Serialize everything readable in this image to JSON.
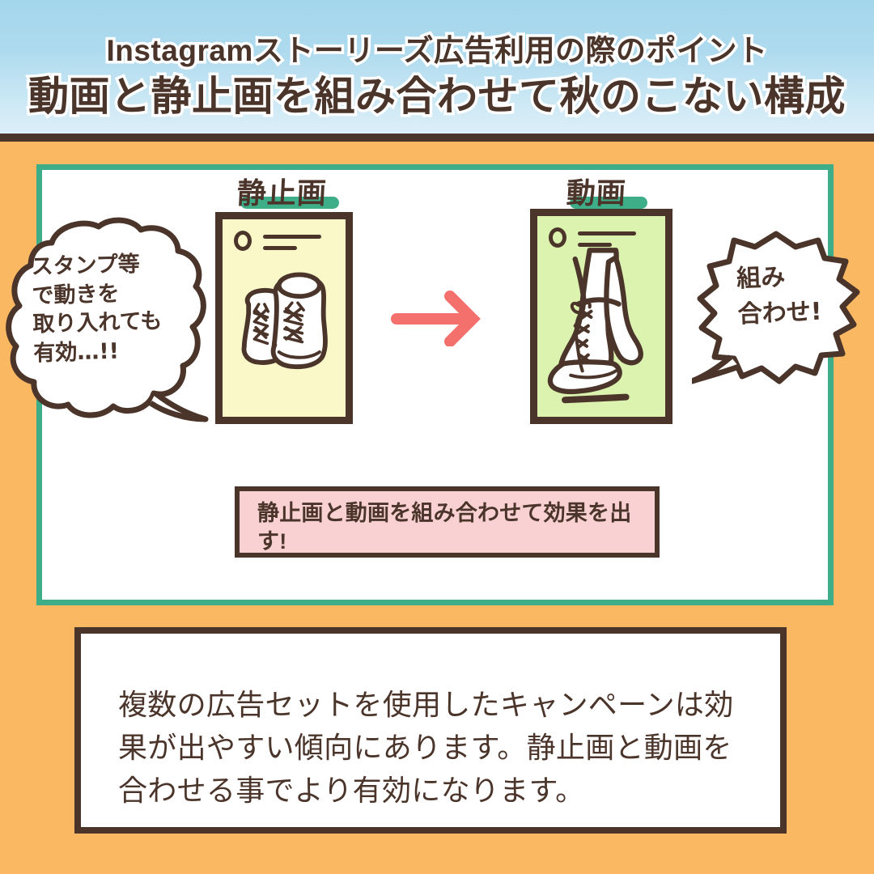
{
  "header": {
    "subtitle": "Instagramストーリーズ広告利用の際のポイント",
    "title": "動画と静止画を組み合わせて秋のこない構成",
    "bg_top_color": "#A3D6EC",
    "bg_bottom_color": "#DCEFF8",
    "text_color": "#4B352B",
    "outline_color": "#FFFFFF",
    "rule_color": "#4B352B"
  },
  "page": {
    "background_color": "#FBB862",
    "panel_border_color": "#3EAE88",
    "panel_background_color": "#FFFFFF",
    "ink_color": "#4B352B"
  },
  "panel": {
    "labels": [
      {
        "name": "static-image",
        "text": "静止画",
        "highlight_color": "#3EAE88"
      },
      {
        "name": "video",
        "text": "動画",
        "highlight_color": "#3EAE88"
      }
    ],
    "cards": [
      {
        "name": "static-story-card",
        "kind": "静止画",
        "background_color": "#FAF8C8",
        "border_color": "#4B352B",
        "illustration": "pair-of-lace-up-boots",
        "ui_elements": [
          "avatar-circle",
          "username-bar",
          "timestamp-bar"
        ]
      },
      {
        "name": "video-story-card",
        "kind": "動画",
        "background_color": "#DCF2AF",
        "border_color": "#4B352B",
        "illustration": "walking-legs-wearing-boot",
        "ui_elements": [
          "avatar-circle",
          "username-bar",
          "timestamp-bar"
        ]
      }
    ],
    "arrow": {
      "name": "flow-arrow",
      "direction": "right",
      "color": "#F4706C"
    },
    "bubbles": [
      {
        "name": "left-bubble",
        "shape": "cloud",
        "text": "スタンプ等\nで動きを\n取り入れても\n有効…!!",
        "tail": "bottom-right"
      },
      {
        "name": "right-bubble",
        "shape": "spiky",
        "text": "組み\n合わせ!",
        "tail": "bottom-left"
      }
    ],
    "callout": {
      "name": "pink-callout",
      "text": "静止画と動画を組み合わせて効果を出す!",
      "background_color": "#F9D1D2",
      "border_color": "#4B352B"
    }
  },
  "footer": {
    "body_text": "複数の広告セットを使用したキャンペーンは効果が出やすい傾向にあります。静止画と動画を合わせる事でより有効になります。",
    "background_color": "#FFFFFF",
    "border_color": "#4B352B"
  }
}
